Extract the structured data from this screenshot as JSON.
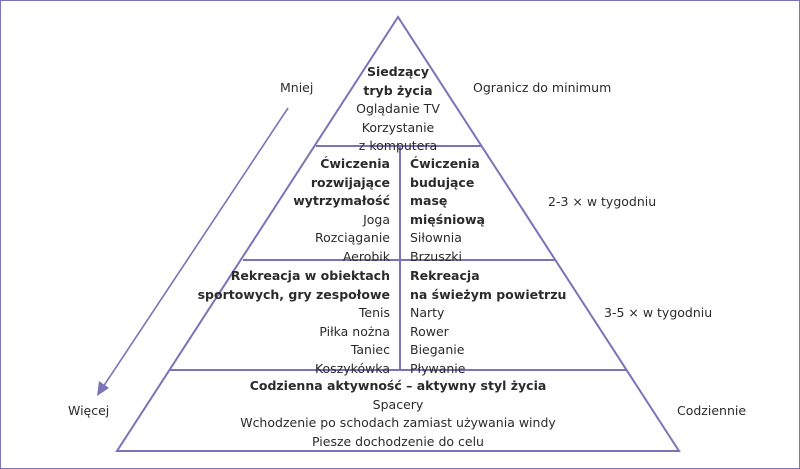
{
  "colors": {
    "line": "#7a73b8",
    "text": "#2b2b2b"
  },
  "side_labels": {
    "less": "Mniej",
    "more": "Więcej"
  },
  "frequency": {
    "top": "Ogranicz do minimum",
    "second": "2-3 × w tygodniu",
    "third": "3-5 × w tygodniu",
    "base": "Codziennie"
  },
  "tier1": {
    "title_line1": "Siedzący",
    "title_line2": "tryb życia",
    "items": [
      "Oglądanie TV",
      "Korzystanie",
      "z komputera"
    ]
  },
  "tier2": {
    "left": {
      "title": [
        "Ćwiczenia",
        "rozwijające",
        "wytrzymałość"
      ],
      "items": [
        "Joga",
        "Rozciąganie",
        "Aerobik"
      ]
    },
    "right": {
      "title": [
        "Ćwiczenia",
        "budujące",
        "masę",
        "mięśniową"
      ],
      "items": [
        "Siłownia",
        "Brzuszki"
      ]
    }
  },
  "tier3": {
    "left": {
      "title": [
        "Rekreacja w obiektach",
        "sportowych, gry zespołowe"
      ],
      "items": [
        "Tenis",
        "Piłka nożna",
        "Taniec",
        "Koszykówka"
      ]
    },
    "right": {
      "title": [
        "Rekreacja",
        "na świeżym powietrzu"
      ],
      "items": [
        "Narty",
        "Rower",
        "Bieganie",
        "Pływanie"
      ]
    }
  },
  "tier4": {
    "title": "Codzienna aktywność – aktywny styl życia",
    "items": [
      "Spacery",
      "Wchodzenie po schodach zamiast używania windy",
      "Piesze dochodzenie do celu"
    ]
  }
}
